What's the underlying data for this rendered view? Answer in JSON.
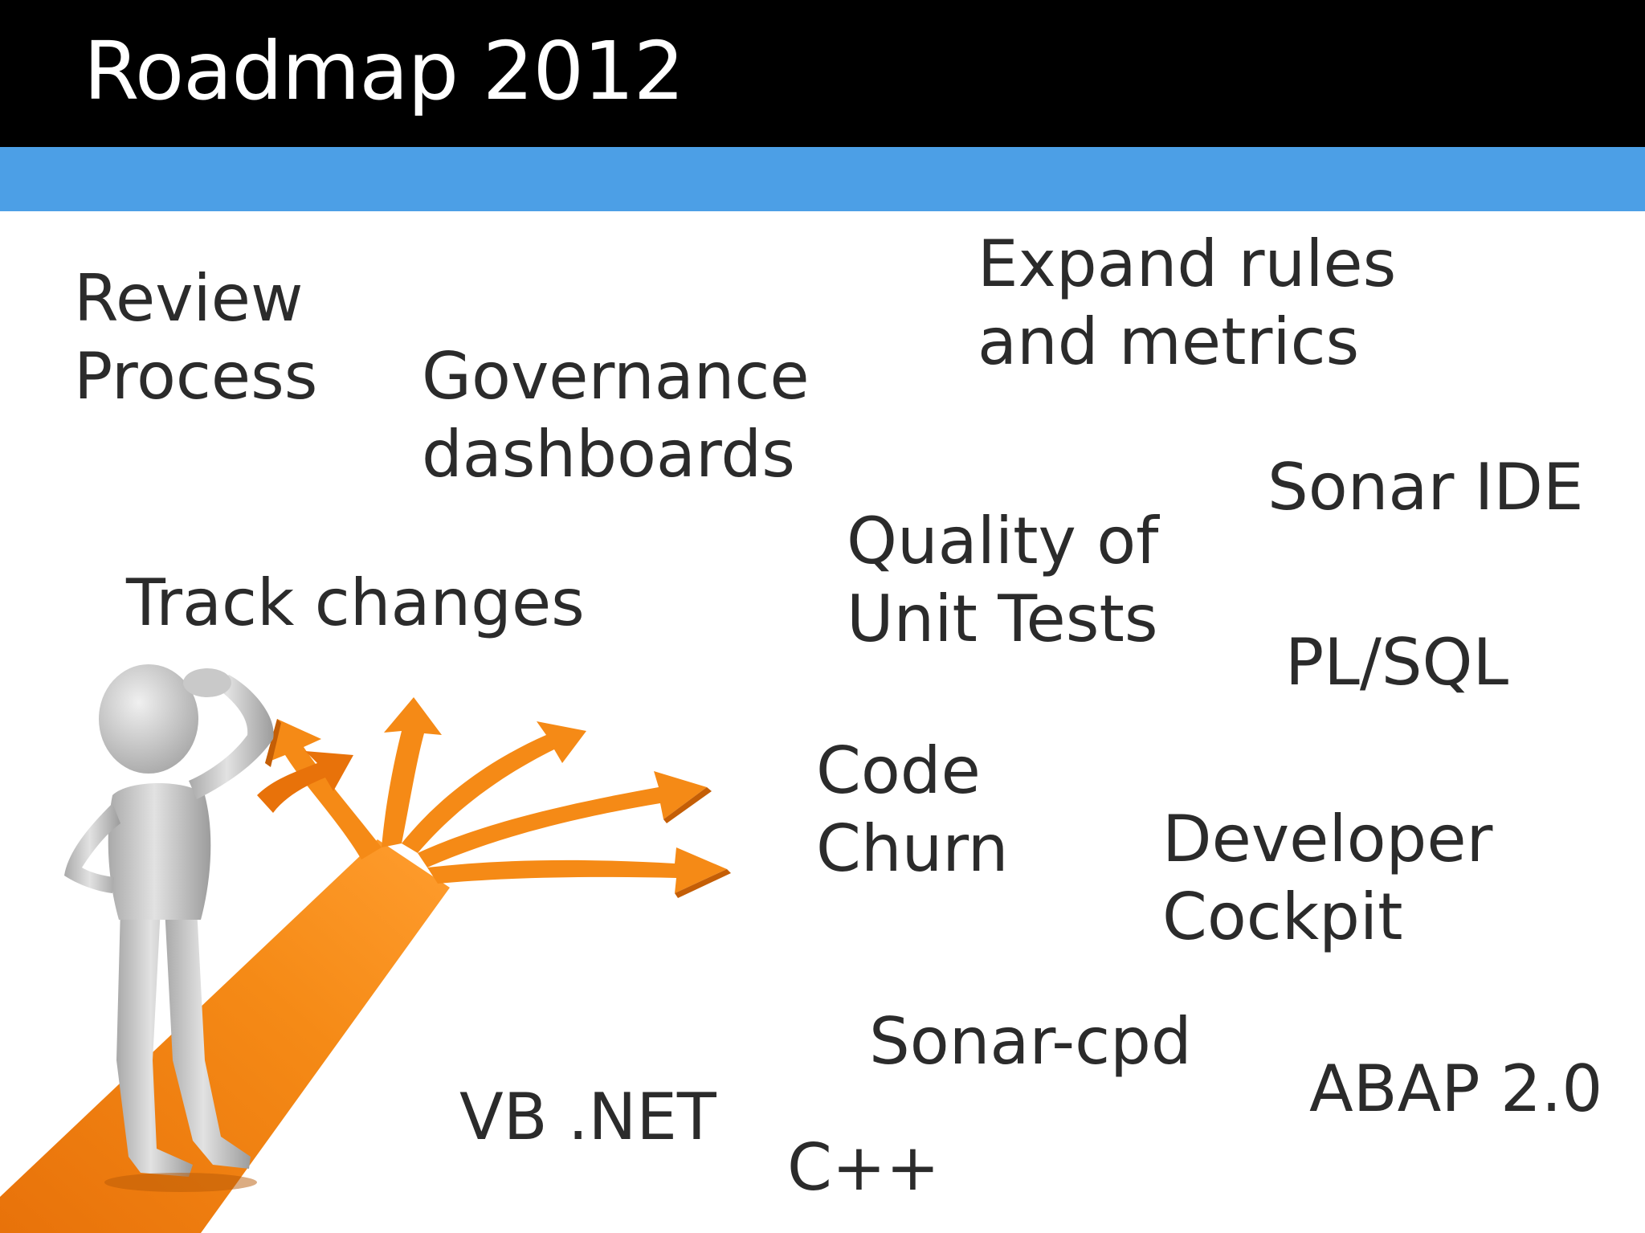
{
  "slide": {
    "title": "Roadmap 2012",
    "colors": {
      "title_bar": "#000000",
      "accent_bar": "#4c9fe6",
      "text": "#2b2b2b",
      "road": "#f07d0b",
      "figure": "#cfcfcf"
    }
  },
  "topics": {
    "review_process": [
      "Review",
      "Process"
    ],
    "governance_dashboards": [
      "Governance",
      "dashboards"
    ],
    "expand_rules": [
      "Expand rules",
      "and metrics"
    ],
    "sonar_ide": "Sonar IDE",
    "quality_unit_tests": [
      "Quality of",
      "Unit Tests"
    ],
    "track_changes": "Track changes",
    "pl_sql": "PL/SQL",
    "code_churn": [
      "Code",
      "Churn"
    ],
    "developer_cockpit": [
      "Developer",
      "Cockpit"
    ],
    "sonar_cpd": "Sonar-cpd",
    "abap": "ABAP 2.0",
    "vb_net": "VB .NET",
    "cpp": "C++"
  },
  "illustration": {
    "icon": "crossroads-thinking-figure-icon"
  }
}
